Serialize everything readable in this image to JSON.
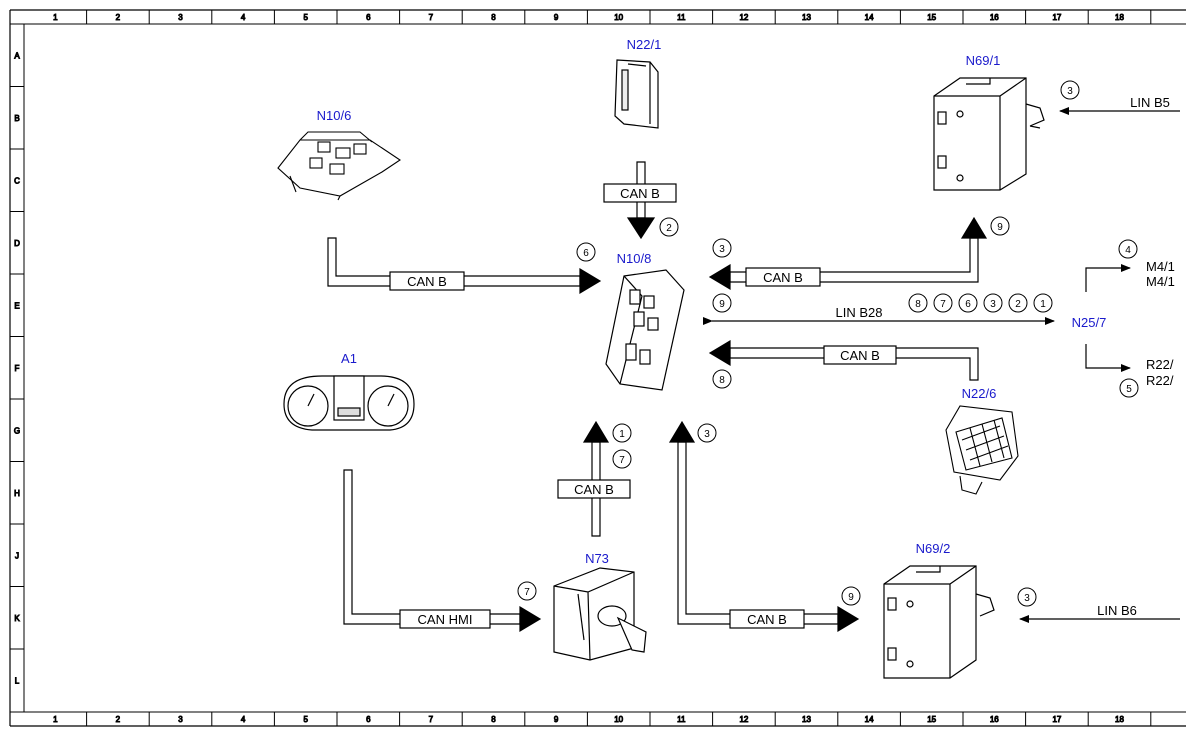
{
  "frame": {
    "col_labels": [
      "1",
      "2",
      "3",
      "4",
      "5",
      "6",
      "7",
      "8",
      "9",
      "10",
      "11",
      "12",
      "13",
      "14",
      "15",
      "16",
      "17",
      "18"
    ],
    "row_labels": [
      "A",
      "B",
      "C",
      "D",
      "E",
      "F",
      "G",
      "H",
      "J",
      "K",
      "L"
    ]
  },
  "components": {
    "n22_1": "N22/1",
    "n10_6": "N10/6",
    "n69_1": "N69/1",
    "n10_8": "N10/8",
    "n25_7": "N25/7",
    "a1": "A1",
    "n22_6": "N22/6",
    "n73": "N73",
    "n69_2": "N69/2"
  },
  "buses": {
    "can_b": "CAN B",
    "can_hmi": "CAN HMI",
    "lin_b5": "LIN B5",
    "lin_b6": "LIN B6",
    "lin_b28": "LIN B28"
  },
  "outputs": {
    "m4_1a": "M4/1",
    "m4_1b": "M4/1",
    "r22_a": "R22/",
    "r22_b": "R22/"
  },
  "callouts": {
    "c2": "2",
    "c6": "6",
    "c3_can_right": "3",
    "c9_n69_1": "9",
    "c3_lin_b5": "3",
    "c9_lin": "9",
    "c8_f": "8",
    "c1_up": "1",
    "c7_up": "7",
    "c3_down": "3",
    "c7_hmi": "7",
    "c9_n69_2": "9",
    "c3_lin_b6": "3",
    "c4_out": "4",
    "c5_out": "5",
    "lin_seq": [
      "8",
      "7",
      "6",
      "3",
      "2",
      "1"
    ]
  }
}
